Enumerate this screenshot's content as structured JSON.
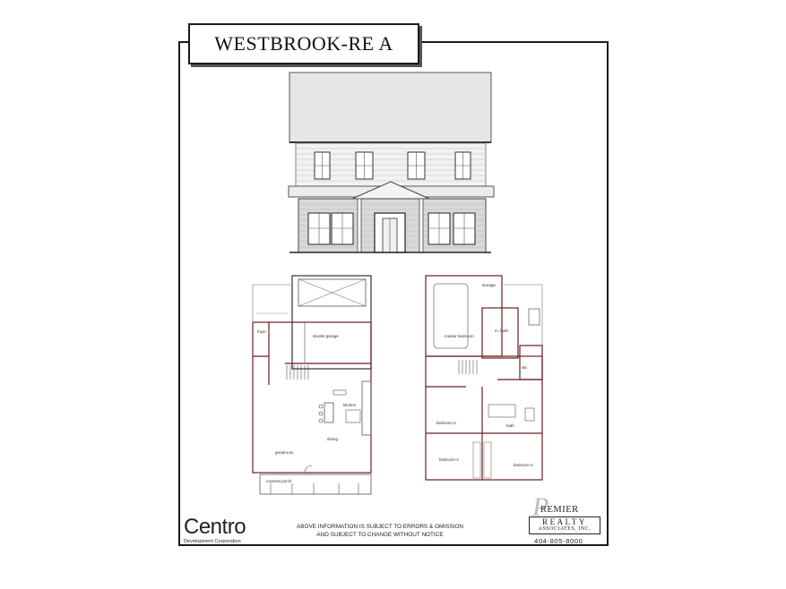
{
  "title": "WESTBROOK-RE A",
  "main_floor_labels": {
    "foyer": "foyer",
    "double_garage": "double garage",
    "kitchen": "kitchen",
    "dining": "dining",
    "great_room": "greatroom",
    "covered_porch": "covered porch"
  },
  "upper_floor_labels": {
    "storage": "storage",
    "master_bedroom": "master bedroom",
    "master_bath": "m. bath",
    "wic": "wic",
    "bedroom_2": "bedroom-2",
    "bath": "bath",
    "bedroom_4": "bedroom-4",
    "bedroom_3": "bedroom-3"
  },
  "centro": {
    "name": "Centro",
    "subtitle": "Development Corporation"
  },
  "disclaimer": {
    "line1": "ABOVE INFORMATION IS SUBJECT TO ERRORS & OMISSION",
    "line2": "AND SUBJECT TO CHANGE WITHOUT NOTICE"
  },
  "premier": {
    "name": "REMIER",
    "realty": "REALTY",
    "associates": "ASSOCIATES, INC.",
    "phone": "404-805-8000"
  }
}
